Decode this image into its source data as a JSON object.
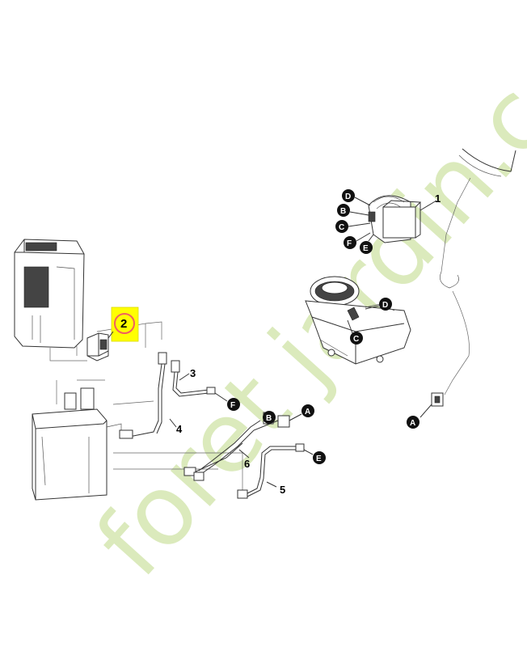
{
  "watermark": "foret jardin.com",
  "highlight_label": "2",
  "highlight_color": "#ffff00",
  "highlight_circle_color": "#f06060",
  "part_labels": {
    "p1": "1",
    "p3": "3",
    "p4": "4",
    "p5": "5",
    "p6": "6"
  },
  "connector_tags": {
    "motor_d": "D",
    "motor_b": "B",
    "motor_c": "C",
    "motor_f": "F",
    "motor_e": "E",
    "board_d": "D",
    "board_c": "C",
    "wire_f": "F",
    "wire_b": "B",
    "wire_a": "A",
    "wire_e": "E",
    "right_a": "A"
  }
}
